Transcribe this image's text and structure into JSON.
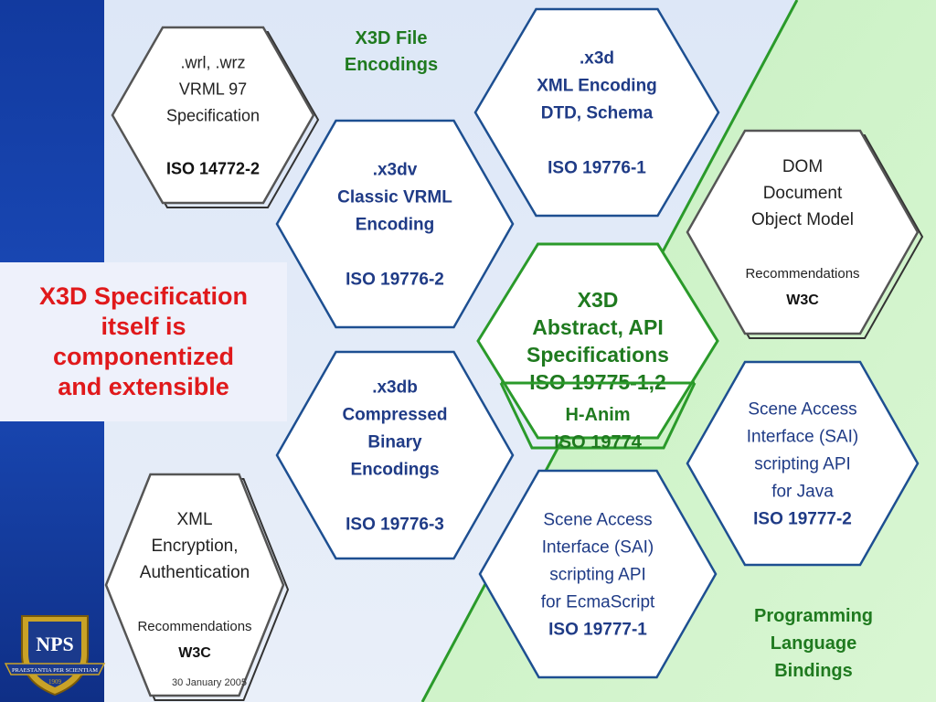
{
  "title_callout": "X3D Specification\nitself is\ncomponentized\nand extensible",
  "date": "30 January 2005",
  "logo": {
    "text": "NPS",
    "motto": "PRAESTANTIA PER SCIENTIAM",
    "year": "1909"
  },
  "regions": {
    "file_encodings": {
      "label_lines": [
        "X3D File",
        "Encodings"
      ]
    },
    "language_bindings": {
      "label_lines": [
        "Programming",
        "Language",
        "Bindings"
      ]
    }
  },
  "hexagons": [
    {
      "id": "vrml97",
      "style": "gray",
      "lines": [
        ".wrl, .wrz",
        "VRML 97",
        "Specification",
        "",
        "ISO 14772-2"
      ]
    },
    {
      "id": "x3d-xml",
      "style": "blue",
      "lines": [
        ".x3d",
        "XML Encoding",
        "DTD, Schema",
        "",
        "ISO 19776-1"
      ]
    },
    {
      "id": "x3dv",
      "style": "blue",
      "lines": [
        ".x3dv",
        "Classic VRML",
        "Encoding",
        "",
        "ISO 19776-2"
      ]
    },
    {
      "id": "dom",
      "style": "gray",
      "lines": [
        "DOM",
        "Document",
        "Object Model",
        "",
        "Recommendations",
        "W3C"
      ]
    },
    {
      "id": "x3d-abstract",
      "style": "green",
      "lines": [
        "X3D",
        "Abstract, API",
        "Specifications",
        "ISO 19775-1,2"
      ]
    },
    {
      "id": "hanim",
      "style": "green",
      "lines": [
        "H-Anim",
        "ISO 19774"
      ]
    },
    {
      "id": "x3db",
      "style": "blue",
      "lines": [
        ".x3db",
        "Compressed",
        "Binary",
        "Encodings",
        "",
        "ISO 19776-3"
      ]
    },
    {
      "id": "sai-java",
      "style": "blue",
      "lines": [
        "Scene Access",
        "Interface (SAI)",
        "scripting API",
        "for Java",
        "ISO 19777-2"
      ]
    },
    {
      "id": "xml-encryption",
      "style": "gray",
      "lines": [
        "XML",
        "Encryption,",
        "Authentication",
        "",
        "Recommendations",
        "W3C"
      ]
    },
    {
      "id": "sai-ecma",
      "style": "blue",
      "lines": [
        "Scene Access",
        "Interface (SAI)",
        "scripting API",
        "for EcmaScript",
        "ISO 19777-1"
      ]
    }
  ],
  "colors": {
    "blue_text": "#1f3b86",
    "blue_stroke": "#1d4f91",
    "green_text": "#1f7a1f",
    "green_stroke": "#2a9a2a",
    "gray_stroke": "#555555",
    "callout_red": "#e0191b"
  }
}
